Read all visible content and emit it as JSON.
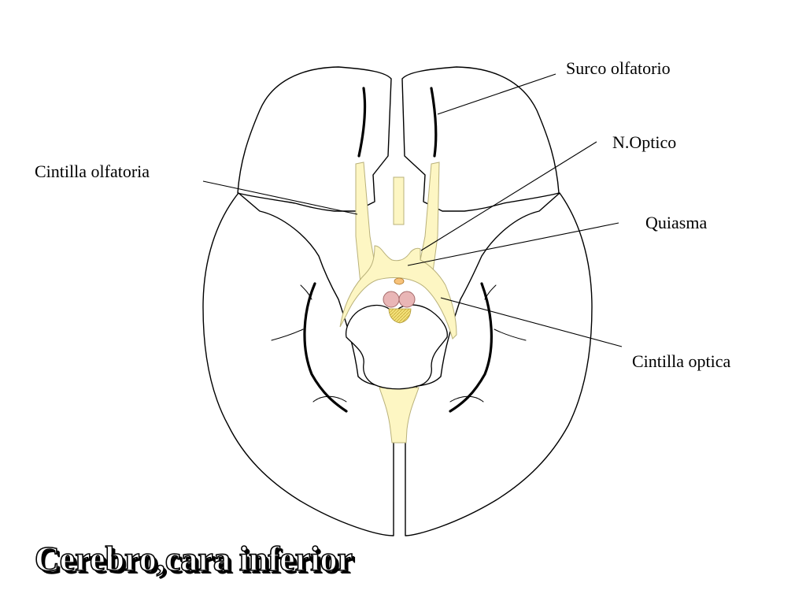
{
  "title": "Cerebro,cara inferior",
  "labels": {
    "surco_olfatorio": "Surco olfatorio",
    "n_optico": "N.Optico",
    "cintilla_olfatoria": "Cintilla olfatoria",
    "quiasma": "Quiasma",
    "cintilla_optica": "Cintilla optica"
  },
  "colors": {
    "nerve_fill": "#fdf6c3",
    "nerve_stroke": "#b9b17a",
    "mammillary_fill": "#e9b6b6",
    "tuber_fill": "#f5d88c",
    "hypophysis_fill": "#f7c27a",
    "outline": "#000000"
  }
}
